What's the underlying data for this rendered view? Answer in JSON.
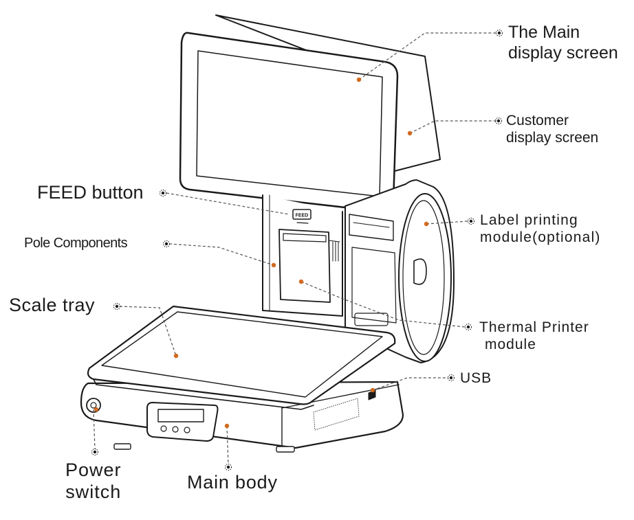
{
  "labels": {
    "main_display": {
      "line1": "The Main",
      "line2": "display screen"
    },
    "customer_display": {
      "line1": "Customer",
      "line2": "display screen"
    },
    "label_printing": {
      "line1": "Label printing",
      "line2": "module(optional)"
    },
    "feed_button": "FEED button",
    "pole_components": "Pole Components",
    "scale_tray": "Scale tray",
    "thermal_printer": {
      "line1": "Thermal Printer",
      "line2": "module"
    },
    "usb": "USB",
    "power_switch": {
      "line1": "Power",
      "line2": "switch"
    },
    "main_body": "Main body"
  },
  "device_text": {
    "feed_key": "FEED"
  },
  "colors": {
    "marker": "#d2691e",
    "stroke": "#1a1a1a",
    "leader": "#555555",
    "background": "#ffffff"
  }
}
